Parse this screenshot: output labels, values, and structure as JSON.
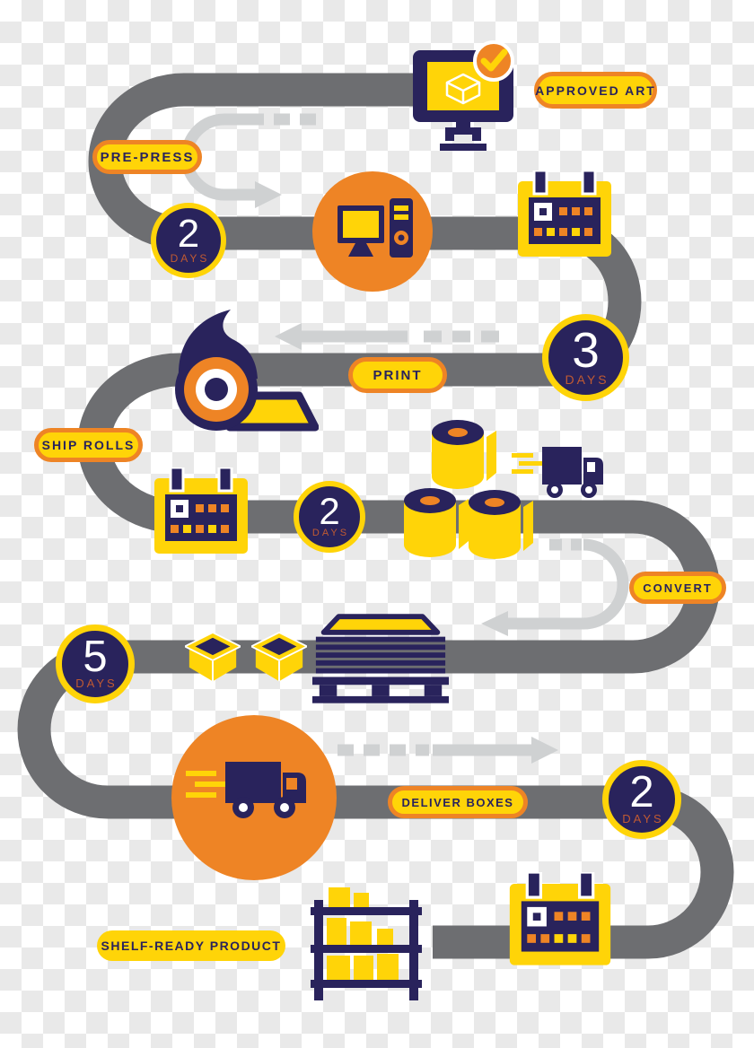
{
  "colors": {
    "navy": "#29235C",
    "orange": "#EE8425",
    "yellow": "#FFD408",
    "rust": "#C05A32",
    "path_gray": "#6D6E71",
    "arrow_gray": "#CFD1D2",
    "checker_gray": "#E9E9E9",
    "white": "#FFFFFF"
  },
  "stages": {
    "approved_art": {
      "label": "APPROVED ART"
    },
    "pre_press": {
      "label": "PRE-PRESS",
      "duration_value": "2",
      "duration_unit": "DAYS"
    },
    "print": {
      "label": "PRINT",
      "duration_value": "3",
      "duration_unit": "DAYS"
    },
    "ship_rolls": {
      "label": "SHIP ROLLS",
      "duration_value": "2",
      "duration_unit": "DAYS"
    },
    "convert": {
      "label": "CONVERT",
      "duration_value": "5",
      "duration_unit": "DAYS"
    },
    "deliver_boxes": {
      "label": "DELIVER BOXES",
      "duration_value": "2",
      "duration_unit": "DAYS"
    },
    "shelf_ready": {
      "label": "SHELF-READY PRODUCT"
    }
  },
  "icons": [
    "approved-art-monitor-icon",
    "checkmark-badge-icon",
    "workstation-computer-icon",
    "calendar-icon",
    "printing-roll-icon",
    "label-roll-icon",
    "shipping-truck-icon",
    "open-box-icon",
    "pallet-stack-icon",
    "delivery-truck-icon",
    "shelf-unit-icon"
  ]
}
